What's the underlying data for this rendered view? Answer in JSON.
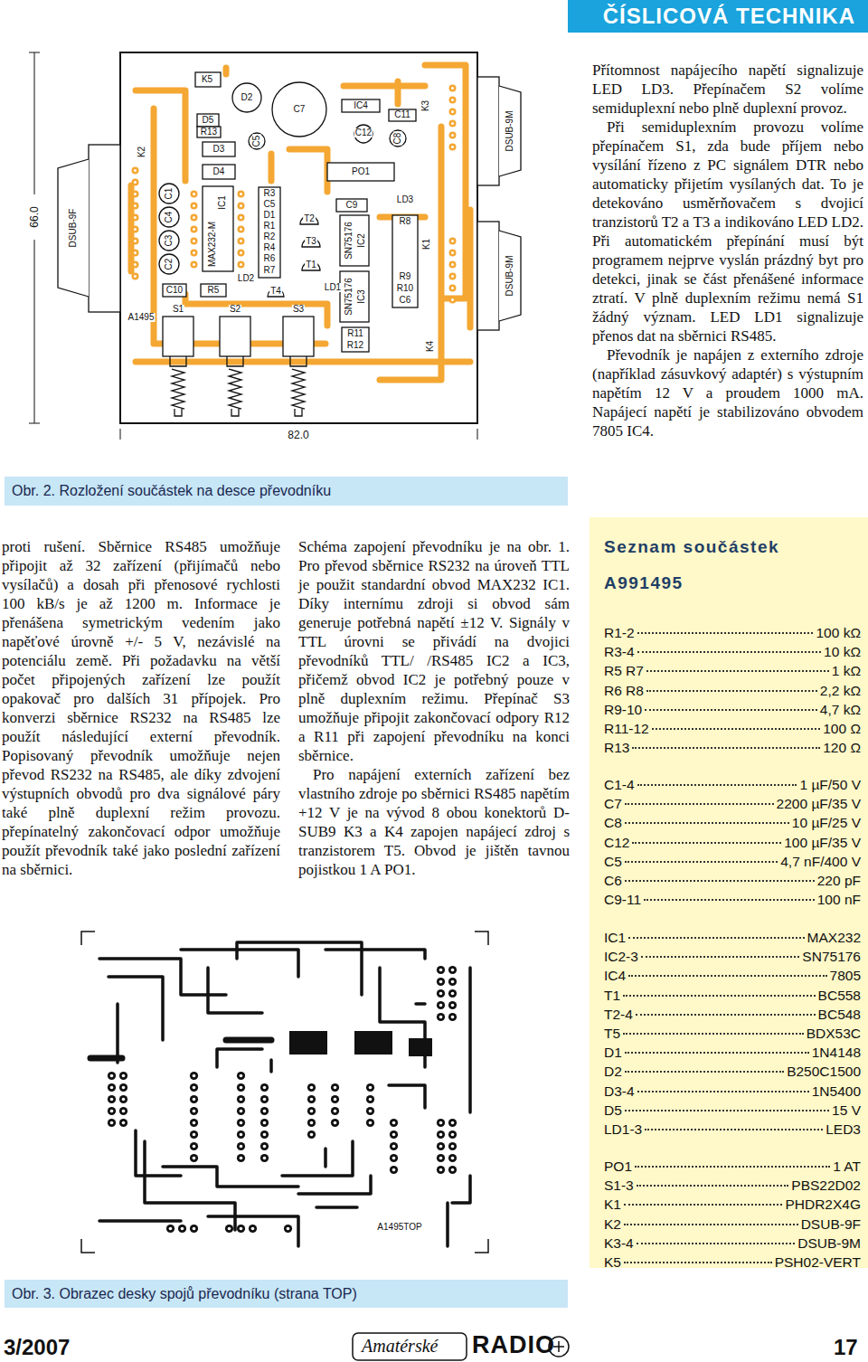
{
  "diagram": {
    "nodes": [
      {
        "text": [
          "ČÍSLICOVÁ TECHNIKA"
        ]
      },
      {
        "text": [
          "Obr. 2. Rozložení součástek na desce převodníku"
        ]
      },
      {
        "text": [
          "Seznam součástek",
          "A991495",
          "R1-2",
          "100 kΩ",
          "R3-4",
          "10 kΩ",
          "R5 R7",
          "1 kΩ",
          "R6 R8",
          "2,2 kΩ",
          "R9-10",
          "4,7 kΩ",
          "R11-12",
          "100 Ω",
          "R13",
          "120 Ω",
          "C1-4",
          "1 µF/50 V",
          "C7",
          "2200 µF/35 V",
          "C8",
          "10 µF/25 V",
          "C12",
          "100 µF/35 V",
          "C5",
          "4,7 nF/400 V",
          "C6",
          "220 pF",
          "C9-11",
          "100 nF",
          "IC1",
          "MAX232",
          "IC2-3",
          "SN75176",
          "IC4",
          "7805",
          "T1",
          "BC558",
          "T2-4",
          "BC548",
          "T5",
          "BDX53C",
          "D1",
          "1N4148",
          "D2",
          "B250C1500",
          "D3-4",
          "1N5400",
          "D5",
          "15 V",
          "LD1-3",
          "LED3",
          "PO1",
          "1 AT",
          "S1-3",
          "PBS22D02",
          "K1",
          "PHDR2X4G",
          "K2",
          "DSUB-9F",
          "K3-4",
          "DSUB-9M",
          "K5",
          "PSH02-VERT"
        ]
      },
      {
        "text": [
          "Obr. 3. Obrazec desky spojů převodníku (strana TOP)"
        ]
      }
    ],
    "labels": [
      "K5",
      "D2",
      "C7",
      "IC4",
      "C11",
      "K3",
      "C12",
      "C8",
      "D5",
      "R13",
      "D3",
      "D4",
      "C5",
      "PO1",
      "K2",
      "C1",
      "C4",
      "C3",
      "C2",
      "IC1",
      "MAX232-M",
      "R3",
      "C5",
      "D1",
      "R1",
      "R2",
      "R4",
      "R6",
      "R7",
      "T2",
      "C9",
      "T3",
      "T1",
      "SN75176",
      "IC2",
      "LD3",
      "R8",
      "K1",
      "R9",
      "R10",
      "C6",
      "LD1",
      "SN75176",
      "IC3",
      "C10",
      "R5",
      "LD2",
      "T4",
      "S1",
      "S2",
      "S3",
      "A1495",
      "R11",
      "R12",
      "K4",
      "DSUB-9F",
      "DSUB-9M",
      "DSUB-9M",
      "66.0",
      "82.0",
      "A1495TOP",
      "Přítomnost napájecího napětí signalizuje LED LD3. Přepínačem S2 volíme semiduplexní nebo plně duplexní provoz.",
      "Při semiduplexním provozu volíme přepínačem S1, zda bude příjem nebo vysílání řízeno z PC signálem DTR nebo automaticky přijetím vysílaných dat. To je detekováno usměrňovačem s dvojicí tranzistorů T2 a T3 a indikováno LED LD2. Při automatickém přepínání musí být programem nejprve vyslán prázdný byt pro detekci, jinak se část přenášené informace ztratí. V plně duplexním režimu nemá S1 žádný význam. LED LD1 signalizuje přenos dat na sběrnici RS485.",
      "Převodník je napájen z externího zdroje (například zásuvkový adaptér) s výstupním napětím 12 V a proudem 1000 mA. Napájecí napětí je stabilizováno obvodem 7805 IC4.",
      "proti rušení. Sběrnice RS485 umožňuje připojit až 32 zařízení (přijímačů nebo vysílačů) a dosah při přenosové rychlosti 100 kB/s je až 1200 m. Informace je přenášena symetrickým vedením jako napěťové úrovně +/- 5 V, nezávislé na potenciálu země. Při požadavku na větší počet připojených zařízení lze použít opakovač pro dalších 31 přípojek. Pro konverzi sběrnice RS232 na RS485 lze použít následující externí převodník. Popisovaný převodník umožňuje nejen převod RS232 na RS485, ale díky zdvojení výstupních obvodů pro dva signálové páry také plně duplexní režim provozu. přepínatelný zakončovací odpor umožňuje použít převodník také jako poslední zařízení na sběrnici.",
      "Schéma zapojení převodníku je na obr. 1. Pro převod sběrnice RS232 na úroveň TTL je použit standardní obvod MAX232 IC1. Díky internímu zdroji si obvod sám generuje potřebná napětí ±12 V. Signály v TTL úrovni se přivádí na dvojici převodníků TTL/ /RS485 IC2 a IC3, přičemž obvod IC2 je potřebný pouze v plně duplexním režimu. Přepínač S3 umožňuje připojit zakončovací odpory R12 a R11 při zapojení převodníku na konci sběrnice.",
      "Pro napájení externích zařízení bez vlastního zdroje po sběrnici RS485 napětím +12 V je na vývod 8 obou konektorů D-SUB9 K3 a K4 zapojen napájecí zdroj s tranzistorem T5. Obvod je jištěn tavnou pojistkou 1 A PO1.",
      "3/2007",
      "Amatérské",
      "RADIO",
      "17"
    ]
  }
}
